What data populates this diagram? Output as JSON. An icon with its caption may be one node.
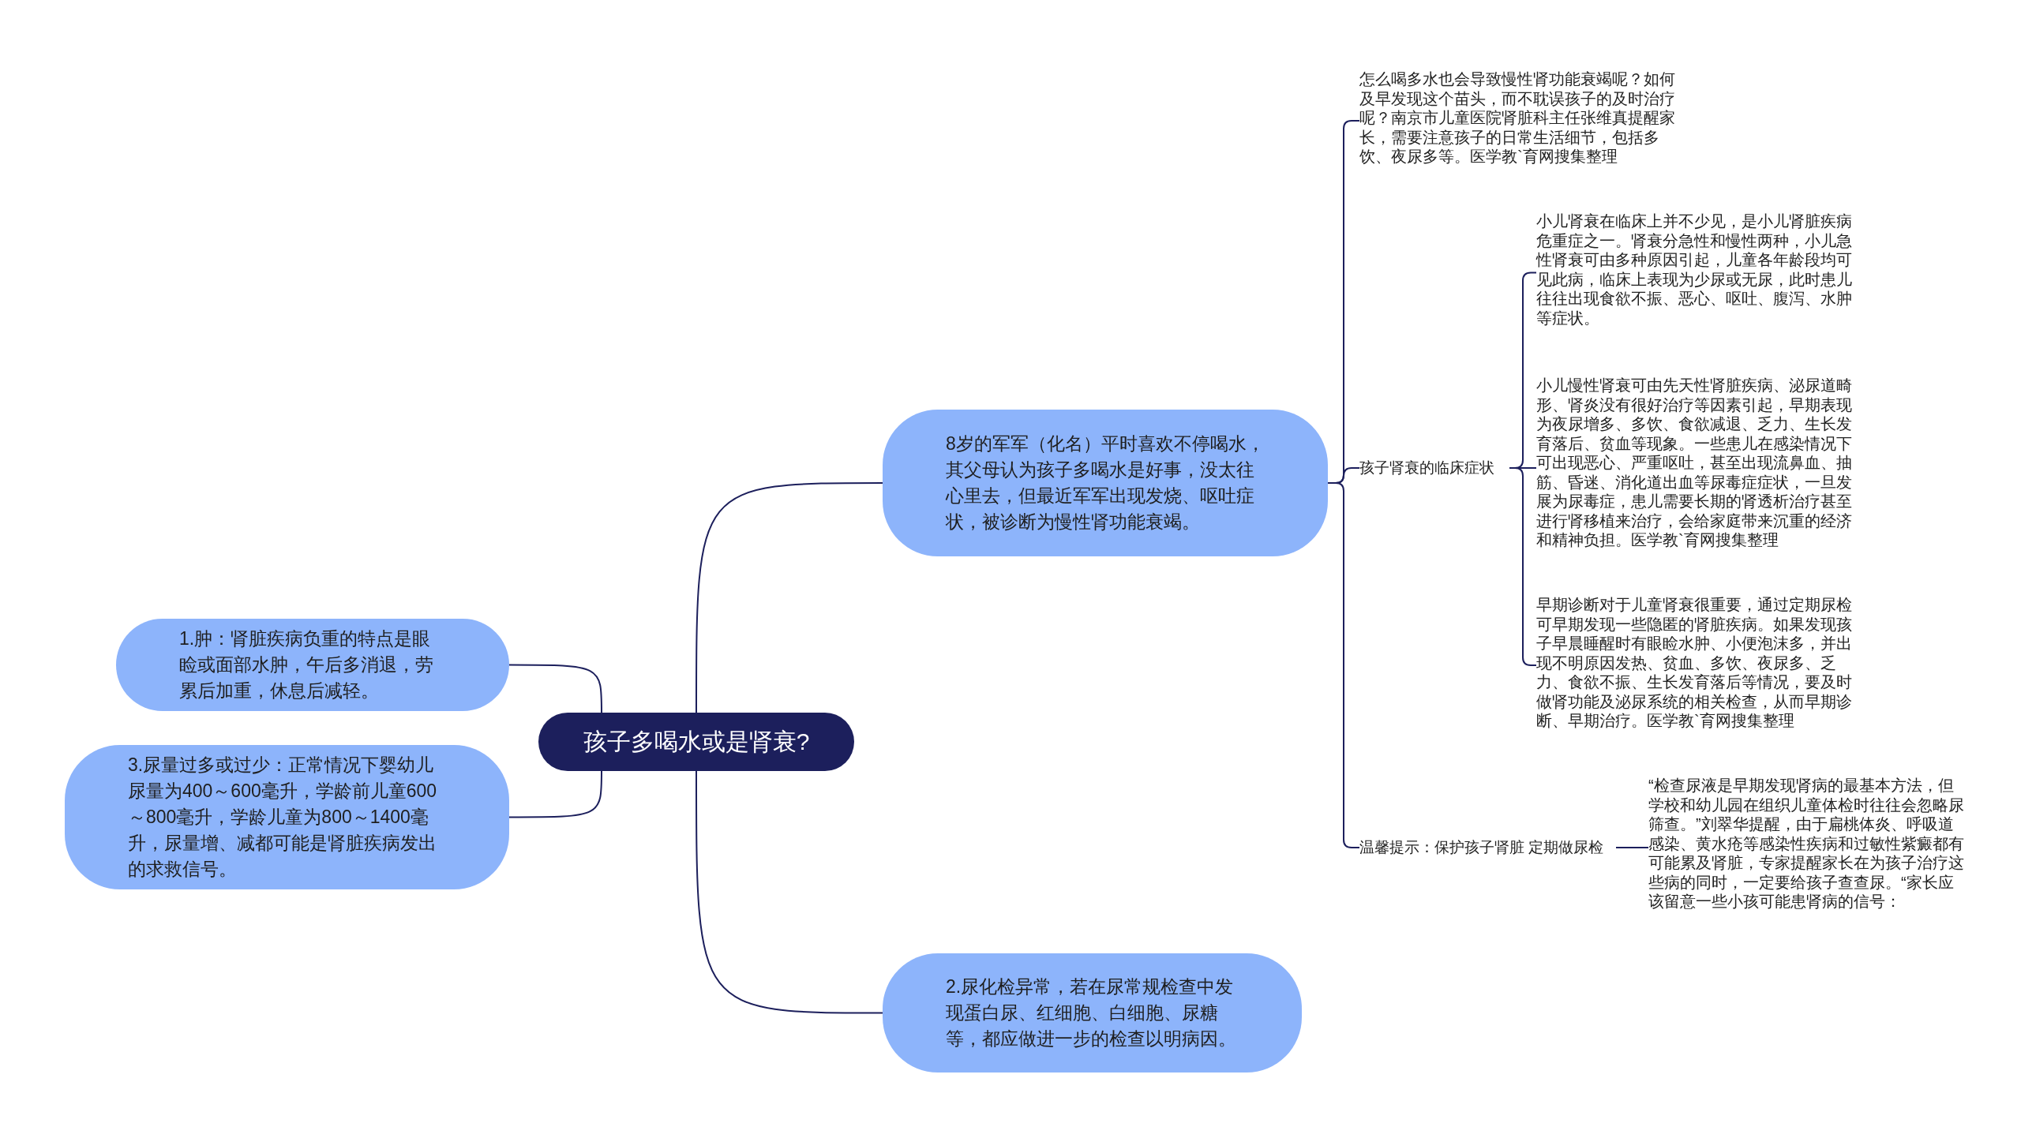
{
  "diagram": {
    "nodes": [
      {
        "text": [
          "孩子多喝水或是肾衰?"
        ]
      },
      {
        "text": [
          "8岁的军军（化名）平时喜欢不停喝水，其父母认为孩子多喝水是好事，没太往心里去，但最近军军出现发烧、呕吐症状，被诊断为慢性肾功能衰竭。"
        ]
      },
      {
        "text": [
          "1.肿：肾脏疾病负重的特点是眼睑或面部水肿，午后多消退，劳累后加重，休息后减轻。"
        ]
      },
      {
        "text": [
          "3.尿量过多或过少：正常情况下婴幼儿尿量为400～600毫升，学龄前儿童600～800毫升，学龄儿童为800～1400毫升，尿量增、减都可能是肾脏疾病发出的求救信号。"
        ]
      },
      {
        "text": [
          "2.尿化检异常，若在尿常规检查中发现蛋白尿、红细胞、白细胞、尿糖等，都应做进一步的检查以明病因。"
        ]
      },
      {
        "text": [
          "怎么喝多水也会导致慢性肾功能衰竭呢？如何及早发现这个苗头，而不耽误孩子的及时治疗呢？南京市儿童医院肾脏科主任张维真提醒家长，需要注意孩子的日常生活细节，包括多饮、夜尿多等。医学教`育网搜集整理"
        ]
      },
      {
        "text": [
          "孩子肾衰的临床症状"
        ]
      },
      {
        "text": [
          "小儿肾衰在临床上并不少见，是小儿肾脏疾病危重症之一。肾衰分急性和慢性两种，小儿急性肾衰可由多种原因引起，儿童各年龄段均可见此病，临床上表现为少尿或无尿，此时患儿往往出现食欲不振、恶心、呕吐、腹泻、水肿等症状。"
        ]
      },
      {
        "text": [
          "小儿慢性肾衰可由先天性肾脏疾病、泌尿道畸形、肾炎没有很好治疗等因素引起，早期表现为夜尿增多、多饮、食欲减退、乏力、生长发育落后、贫血等现象。一些患儿在感染情况下可出现恶心、严重呕吐，甚至出现流鼻血、抽筋、昏迷、消化道出血等尿毒症症状，一旦发展为尿毒症，患儿需要长期的肾透析治疗甚至进行肾移植来治疗，会给家庭带来沉重的经济和精神负担。医学教`育网搜集整理"
        ]
      },
      {
        "text": [
          "早期诊断对于儿童肾衰很重要，通过定期尿检可早期发现一些隐匿的肾脏疾病。如果发现孩子早晨睡醒时有眼睑水肿、小便泡沫多，并出现不明原因发热、贫血、多饮、夜尿多、乏力、食欲不振、生长发育落后等情况，要及时做肾功能及泌尿系统的相关检查，从而早期诊断、早期治疗。医学教`育网搜集整理"
        ]
      },
      {
        "text": [
          "温馨提示：保护孩子肾脏 定期做尿检"
        ]
      },
      {
        "text": [
          "“检查尿液是早期发现肾病的最基本方法，但学校和幼儿园在组织儿童体检时往往会忽略尿筛查。”刘翠华提醒，由于扁桃体炎、呼吸道感染、黄水疮等感染性疾病和过敏性紫癜都有可能累及肾脏，专家提醒家长在为孩子治疗这些病的同时，一定要给孩子查查尿。“家长应该留意一些小孩可能患肾病的信号："
        ]
      }
    ],
    "edges": [
      {
        "from": 0,
        "to": 1,
        "arrow": "none"
      },
      {
        "from": 0,
        "to": 2,
        "arrow": "none"
      },
      {
        "from": 0,
        "to": 3,
        "arrow": "none"
      },
      {
        "from": 0,
        "to": 4,
        "arrow": "none"
      },
      {
        "from": 1,
        "to": 5,
        "arrow": "none"
      },
      {
        "from": 1,
        "to": 6,
        "arrow": "none"
      },
      {
        "from": 1,
        "to": 10,
        "arrow": "none"
      },
      {
        "from": 6,
        "to": 7,
        "arrow": "none"
      },
      {
        "from": 6,
        "to": 8,
        "arrow": "none"
      },
      {
        "from": 6,
        "to": 9,
        "arrow": "none"
      },
      {
        "from": 10,
        "to": 11,
        "arrow": "none"
      }
    ]
  }
}
